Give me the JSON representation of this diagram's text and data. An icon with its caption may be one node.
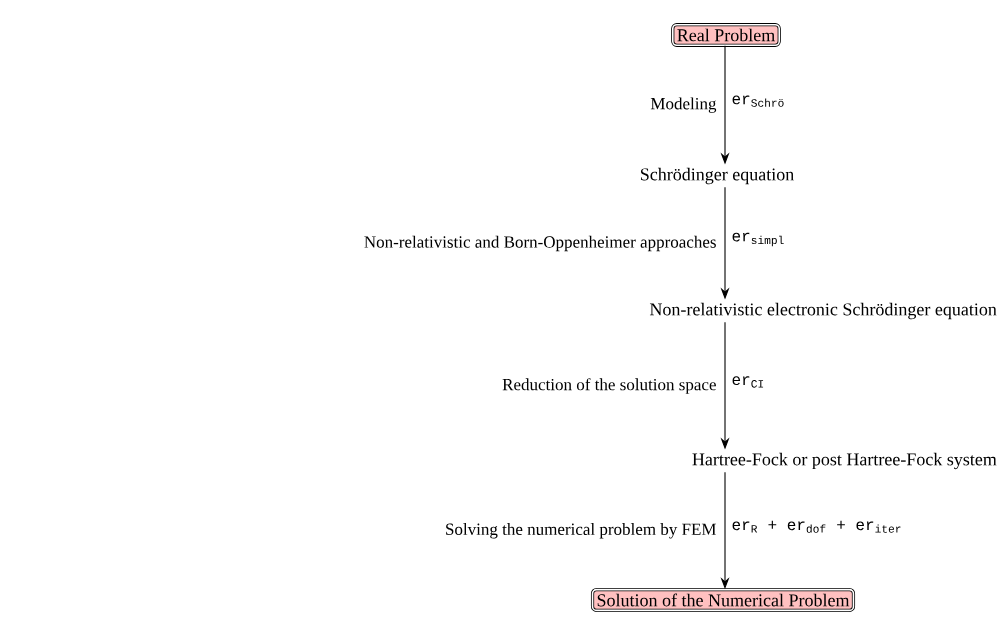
{
  "diagram": {
    "nodes": [
      {
        "text": [
          "Real Problem"
        ]
      },
      {
        "text": [
          "Schrödinger equation"
        ]
      },
      {
        "text": [
          "Non-relativistic electronic Schrödinger equation"
        ]
      },
      {
        "text": [
          "Hartree-Fock or post Hartree-Fock system"
        ]
      },
      {
        "text": [
          "Solution of the Numerical Problem"
        ]
      }
    ],
    "edges": [
      {
        "from": 0,
        "to": 1,
        "arrow": "to",
        "label": "Modeling"
      },
      {
        "from": 1,
        "to": 2,
        "arrow": "to",
        "label": "Non-relativistic and Born-Oppenheimer approaches"
      },
      {
        "from": 2,
        "to": 3,
        "arrow": "to",
        "label": "Reduction of the solution space"
      },
      {
        "from": 3,
        "to": 4,
        "arrow": "to",
        "label": "Solving the numerical problem by FEM"
      }
    ],
    "labels": [
      "er$_{Schrö}$",
      "er$_{simpl}$",
      "er$_{CI}$",
      "er$_{R}$ + er$_{dof}$ + er$_{iter}$"
    ]
  }
}
